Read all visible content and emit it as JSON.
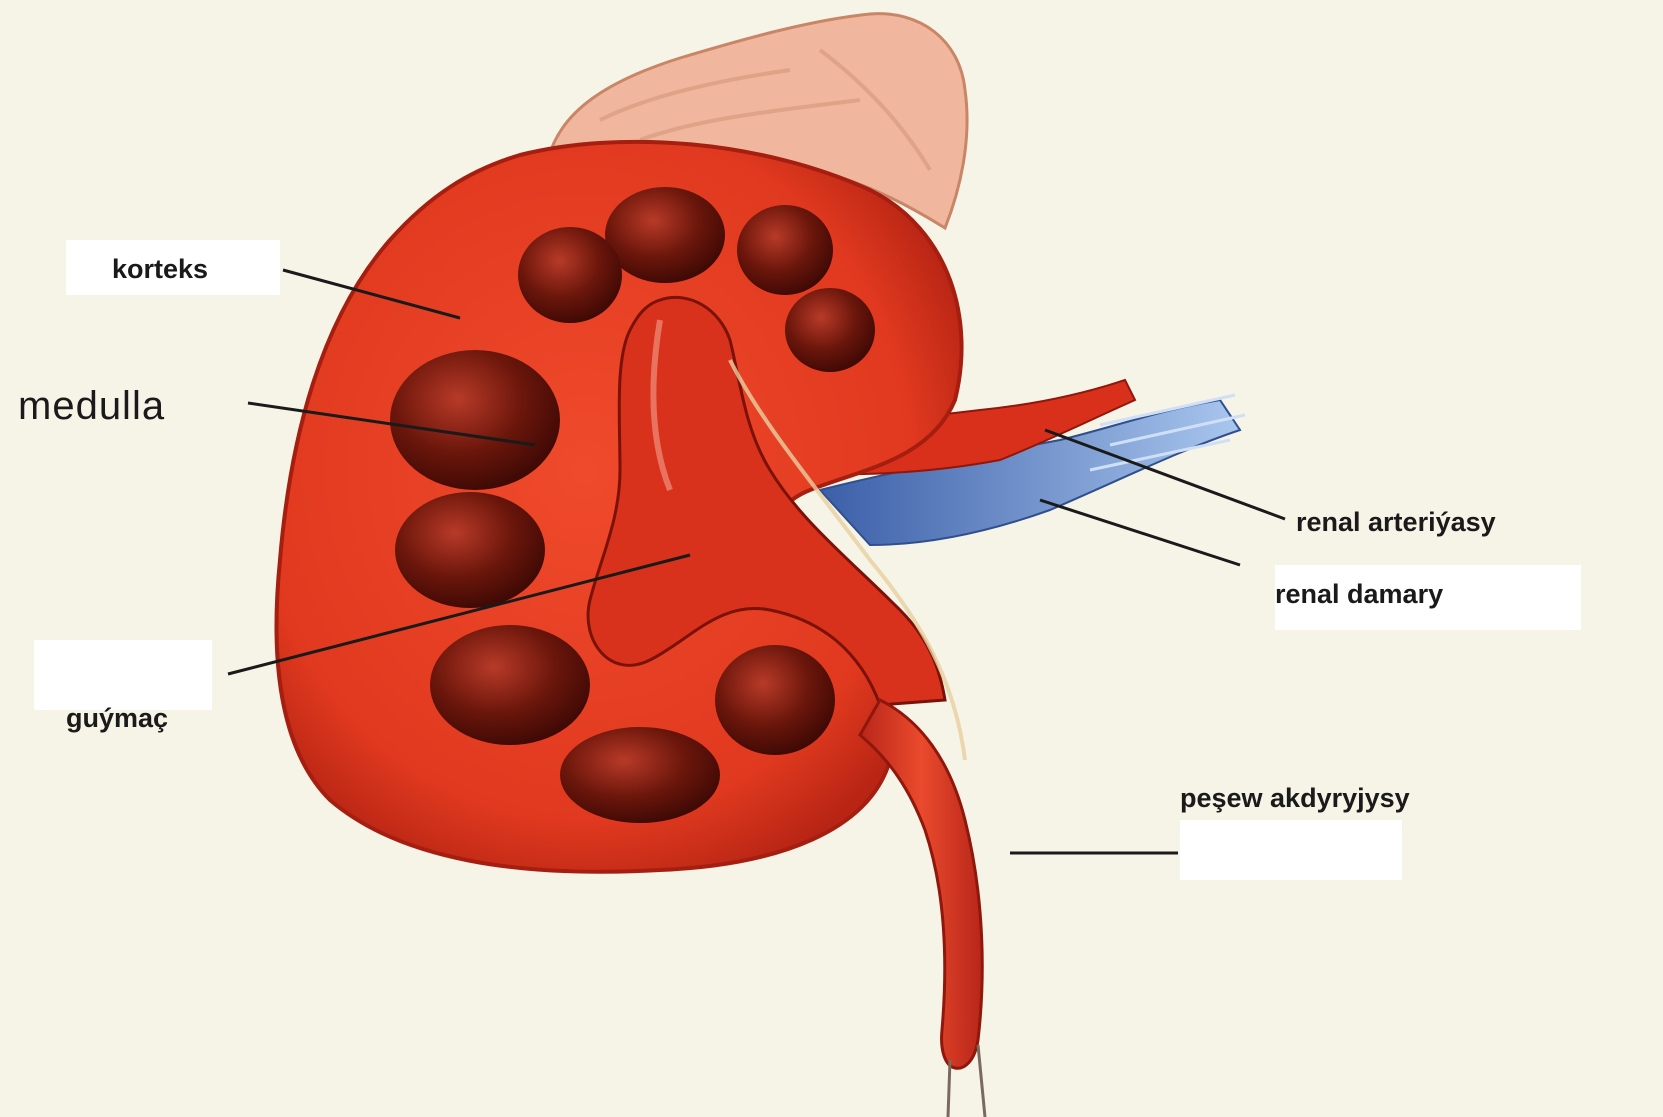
{
  "labels": {
    "korteks": "korteks",
    "medulla": "medulla",
    "renal_arteriyasy": "renal arteriýasy",
    "renal_damary": "renal damary",
    "guymac": "guýmaç",
    "pesew_akdyryjysy": "peşew akdyryjysy"
  },
  "colors": {
    "background": "#f6f3e7",
    "cortex": "#e0391f",
    "medulla": "#5c1109",
    "pelvis": "#d8311c",
    "artery": "#d9301c",
    "vein": "#5b85c8",
    "adrenal": "#f0b79e",
    "leader": "#1a1a1a"
  }
}
